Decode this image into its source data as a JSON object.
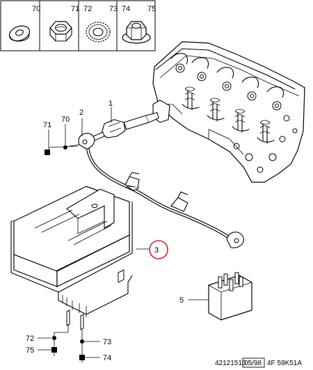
{
  "legend": [
    {
      "number": "70",
      "icon": "washer-icon"
    },
    {
      "number": "71",
      "icon": "hex-nut-icon"
    },
    {
      "number": "72",
      "icon": "serrated-washer-icon"
    },
    {
      "number": "73",
      "icon": "serrated-washer-icon"
    },
    {
      "number": "74",
      "icon": "flanged-nut-icon"
    },
    {
      "number": "75",
      "icon": "flanged-nut-icon"
    }
  ],
  "callouts": {
    "c1": "1",
    "c2": "2",
    "c70": "70",
    "c71": "71",
    "c3": "3",
    "c5": "5",
    "c72": "72",
    "c75": "75",
    "c73": "73",
    "c74": "74"
  },
  "footer": {
    "code": "42121510",
    "date": "05/98",
    "ref": "4F 59K51A"
  },
  "highlight_color": "#d42020"
}
